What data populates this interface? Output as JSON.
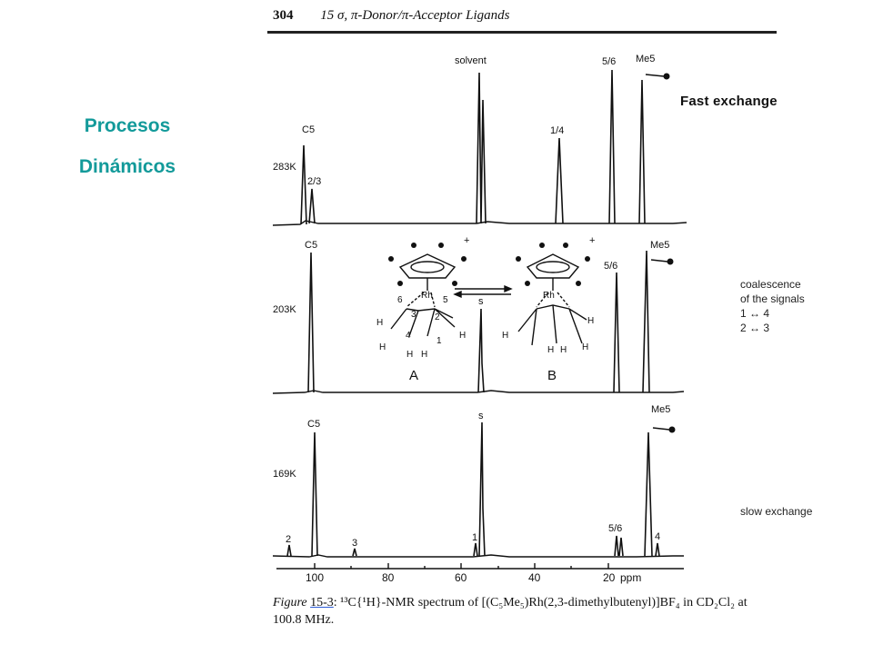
{
  "slide": {
    "title_line1": "Procesos",
    "title_line2": "Dinámicos",
    "fast_exchange": "Fast exchange"
  },
  "book_header": {
    "page_number": "304",
    "chapter": "15 σ, π-Donor/π-Acceptor Ligands"
  },
  "spectra": [
    {
      "temperature": "283K",
      "peak_labels": [
        "C5",
        "2/3",
        "solvent",
        "1/4",
        "5/6",
        "Me5"
      ]
    },
    {
      "temperature": "203K",
      "peak_labels": [
        "C5",
        "s",
        "5/6",
        "Me5"
      ],
      "notes": [
        "coalescence",
        "of the signals",
        "1 ↔ 4",
        "2 ↔ 3"
      ],
      "structures": {
        "left_label": "A",
        "right_label": "B",
        "metal": "Rh",
        "charge": "+",
        "atom_labels_a": [
          "6",
          "5",
          "3",
          "2",
          "4",
          "1",
          "H",
          "H",
          "H",
          "H",
          "H"
        ],
        "atom_labels_b": [
          "H",
          "H",
          "H",
          "H",
          "H"
        ]
      }
    },
    {
      "temperature": "169K",
      "peak_labels": [
        "C5",
        "s",
        "Me5",
        "2",
        "3",
        "1",
        "5/6",
        "4"
      ],
      "notes": [
        "slow exchange"
      ]
    }
  ],
  "axis": {
    "ticks": [
      "100",
      "80",
      "60",
      "40",
      "20"
    ],
    "unit": "ppm"
  },
  "caption": {
    "label": "Figure",
    "number": "15-3",
    "text1": ": ¹³C{¹H}-NMR spectrum of [(C₅Me₅)Rh(2,3-dimethylbutenyl)]BF₄ in CD₂Cl₂ at",
    "text2": "100.8 MHz."
  },
  "colors": {
    "accent": "#139a9a",
    "ink": "#111111"
  }
}
